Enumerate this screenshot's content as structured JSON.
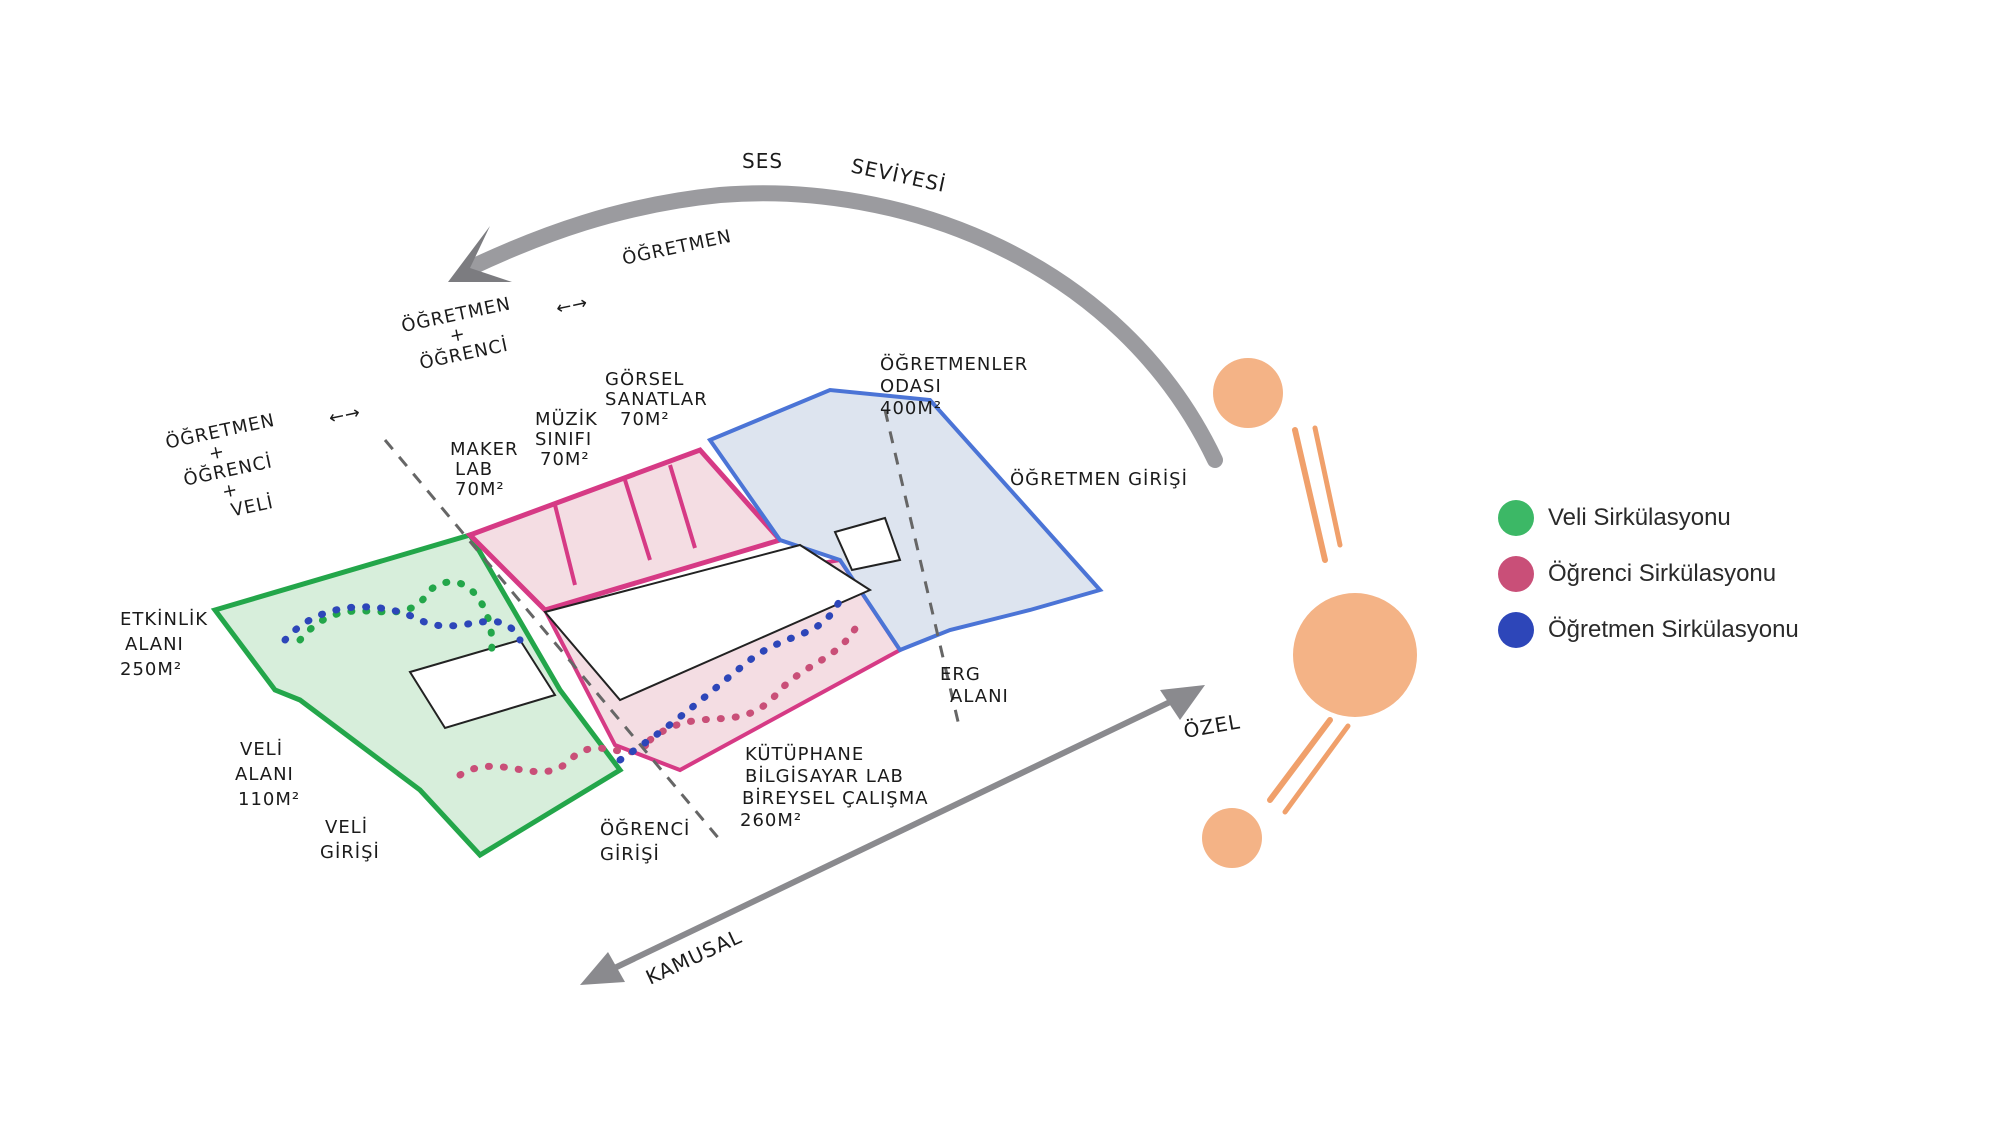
{
  "title_arrow": {
    "line1": "SES",
    "line2": "SEVİYESİ"
  },
  "flow": {
    "left": [
      "ÖĞRETMEN",
      "+",
      "ÖĞRENCİ",
      "+",
      "VELİ"
    ],
    "middle": [
      "ÖĞRETMEN",
      "+",
      "ÖĞRENCİ"
    ],
    "right": [
      "ÖĞRETMEN"
    ],
    "arrow": "←→"
  },
  "rooms": {
    "etkinlik": [
      "ETKİNLİK",
      "ALANI",
      "250M²"
    ],
    "maker": [
      "MAKER",
      "LAB",
      "70M²"
    ],
    "muzik": [
      "MÜZİK",
      "SINIFI",
      "70M²"
    ],
    "gorsel": [
      "GÖRSEL",
      "SANATLAR",
      "70M²"
    ],
    "ogretmenler": [
      "ÖĞRETMENLER",
      "ODASI",
      "400M²"
    ],
    "ogretmen_girisi": "ÖĞRETMEN GİRİŞİ",
    "erg": [
      "ERG",
      "ALANI"
    ],
    "veli_alani": [
      "VELİ",
      "ALANI",
      "110M²"
    ],
    "veli_girisi": [
      "VELİ",
      "GİRİŞİ"
    ],
    "ogrenci_girisi": [
      "ÖĞRENCİ",
      "GİRİŞİ"
    ],
    "kutuphane": [
      "KÜTÜPHANE",
      "BİLGİSAYAR LAB",
      "BİREYSEL ÇALIŞMA",
      "260M²"
    ]
  },
  "axis": {
    "private": "ÖZEL",
    "public": "KAMUSAL"
  },
  "legend": [
    {
      "label": "Veli Sirkülasyonu",
      "color": "#3cb866"
    },
    {
      "label": "Öğrenci Sirkülasyonu",
      "color": "#c94f78"
    },
    {
      "label": "Öğretmen Sirkülasyonu",
      "color": "#2d46b9"
    }
  ],
  "colors": {
    "green_fill": "#d7eedb",
    "green_line": "#23a64a",
    "pink_fill": "#f4dde3",
    "pink_line": "#d63a85",
    "blue_fill": "#dde4ef",
    "blue_line": "#4b74d6",
    "arrow_gray": "#8a8a8e",
    "orange": "#f0a06b"
  }
}
